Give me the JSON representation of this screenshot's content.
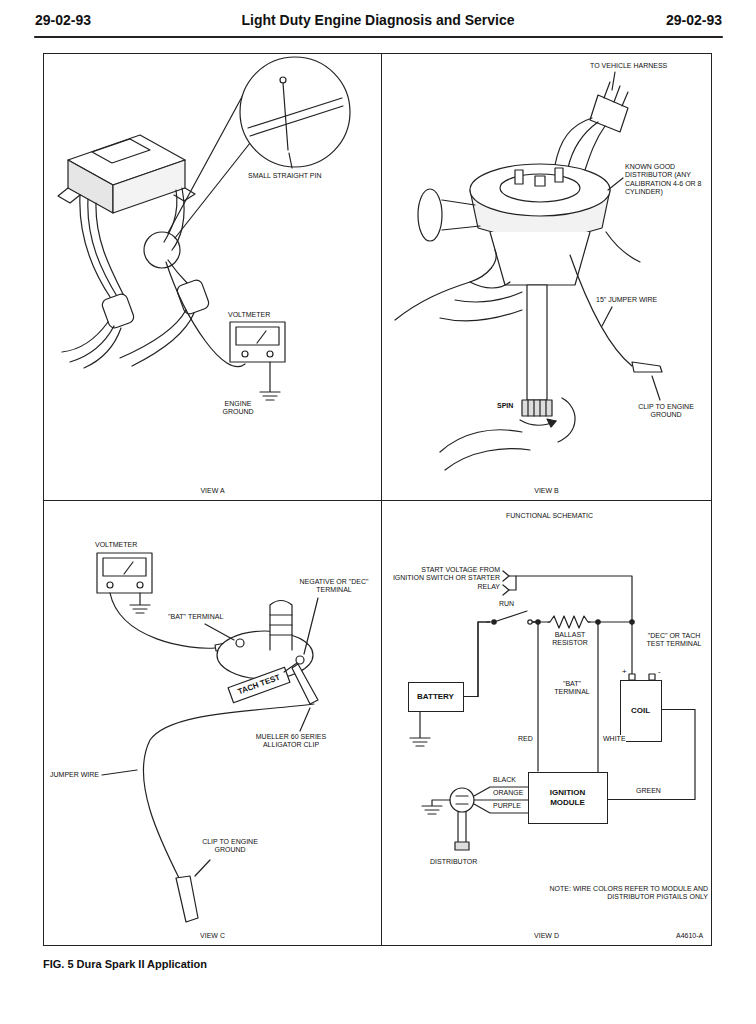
{
  "diagram": {
    "title": "Light Duty Engine Diagnosis and Service",
    "caption": "FIG. 5 Dura Spark II Application",
    "nodes": [
      {
        "text": [
          "VIEW A"
        ]
      },
      {
        "text": [
          "VIEW B"
        ]
      },
      {
        "text": [
          "VIEW C"
        ]
      },
      {
        "text": [
          "VIEW D"
        ]
      },
      {
        "text": [
          "BATTERY"
        ],
        "in": 3
      },
      {
        "text": [
          "IGNITION MODULE"
        ],
        "in": 3
      },
      {
        "text": [
          "COIL"
        ],
        "in": 3
      }
    ],
    "edges": [
      {
        "from": 4,
        "to": 6,
        "arrow": "none"
      },
      {
        "from": 4,
        "to": 5,
        "arrow": "none"
      },
      {
        "from": 5,
        "to": 6,
        "arrow": "none"
      }
    ],
    "labels": [
      "29-02-93",
      "29-02-93",
      "SMALL STRAIGHT PIN",
      "VOLTMETER",
      "ENGINE GROUND",
      "TO VEHICLE HARNESS",
      "KNOWN GOOD DISTRIBUTOR (ANY CALIBRATION 4-6 OR 8 CYLINDER)",
      "15\" JUMPER WIRE",
      "SPIN",
      "CLIP TO ENGINE GROUND",
      "VOLTMETER",
      "NEGATIVE OR \"DEC\" TERMINAL",
      "\"BAT\" TERMINAL",
      "TACH TEST",
      "MUELLER 60 SERIES ALLIGATOR CLIP",
      "JUMPER WIRE",
      "CLIP TO ENGINE GROUND",
      "FUNCTIONAL SCHEMATIC",
      "START VOLTAGE FROM IGNITION SWITCH OR STARTER RELAY",
      "RUN",
      "BALLAST RESISTOR",
      "\"DEC\" OR TACH TEST TERMINAL",
      "\"BAT\" TERMINAL",
      "+",
      "-",
      "RED",
      "WHITE",
      "BLACK",
      "ORANGE",
      "PURPLE",
      "GREEN",
      "DISTRIBUTOR",
      "NOTE: WIRE COLORS REFER TO MODULE AND DISTRIBUTOR PIGTAILS ONLY",
      "A4610-A"
    ]
  }
}
